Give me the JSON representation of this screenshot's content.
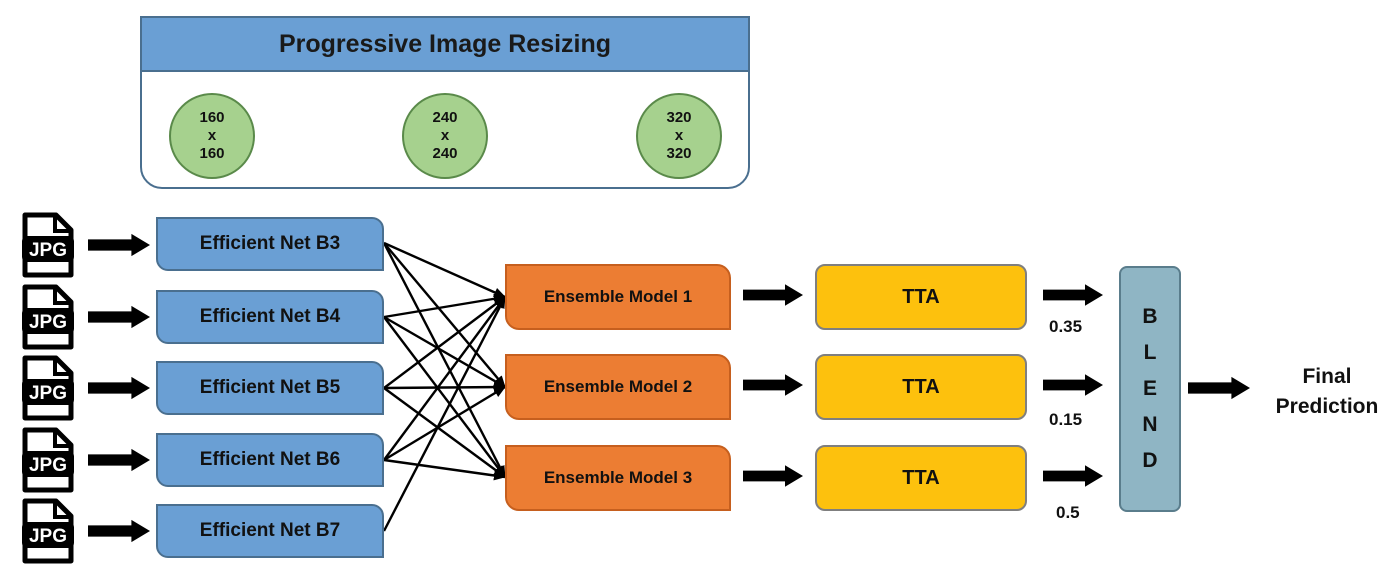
{
  "resizing": {
    "title": "Progressive Image Resizing",
    "sizes": [
      {
        "w": "160",
        "sep": "x",
        "h": "160"
      },
      {
        "w": "240",
        "sep": "x",
        "h": "240"
      },
      {
        "w": "320",
        "sep": "x",
        "h": "320"
      }
    ]
  },
  "inputs": [
    {
      "icon": "jpg-file-icon",
      "label": "JPG"
    },
    {
      "icon": "jpg-file-icon",
      "label": "JPG"
    },
    {
      "icon": "jpg-file-icon",
      "label": "JPG"
    },
    {
      "icon": "jpg-file-icon",
      "label": "JPG"
    },
    {
      "icon": "jpg-file-icon",
      "label": "JPG"
    }
  ],
  "backbones": [
    {
      "label": "Efficient Net B3"
    },
    {
      "label": "Efficient Net B4"
    },
    {
      "label": "Efficient Net B5"
    },
    {
      "label": "Efficient Net B6"
    },
    {
      "label": "Efficient Net B7"
    }
  ],
  "ensembles": [
    {
      "label": "Ensemble Model 1"
    },
    {
      "label": "Ensemble Model 2"
    },
    {
      "label": "Ensemble Model 3"
    }
  ],
  "tta": [
    {
      "label": "TTA"
    },
    {
      "label": "TTA"
    },
    {
      "label": "TTA"
    }
  ],
  "weights": [
    {
      "label": "0.35"
    },
    {
      "label": "0.15"
    },
    {
      "label": "0.5"
    }
  ],
  "blend": {
    "letters": [
      "B",
      "L",
      "E",
      "N",
      "D"
    ]
  },
  "final": {
    "line1": "Final",
    "line2": "Prediction"
  },
  "connections": [
    {
      "from": 0,
      "to": 0
    },
    {
      "from": 0,
      "to": 1
    },
    {
      "from": 0,
      "to": 2
    },
    {
      "from": 1,
      "to": 0
    },
    {
      "from": 1,
      "to": 1
    },
    {
      "from": 1,
      "to": 2
    },
    {
      "from": 2,
      "to": 0
    },
    {
      "from": 2,
      "to": 1
    },
    {
      "from": 2,
      "to": 2
    },
    {
      "from": 3,
      "to": 0
    },
    {
      "from": 3,
      "to": 1
    },
    {
      "from": 3,
      "to": 2
    },
    {
      "from": 4,
      "to": 0
    }
  ],
  "colors": {
    "backbone_fill": "#6a9fd4",
    "ensemble_fill": "#ec7d33",
    "tta_fill": "#fdc10d",
    "size_circle_fill": "#a6d18e",
    "blend_fill": "#8fb5c4",
    "arrow": "#000000"
  }
}
